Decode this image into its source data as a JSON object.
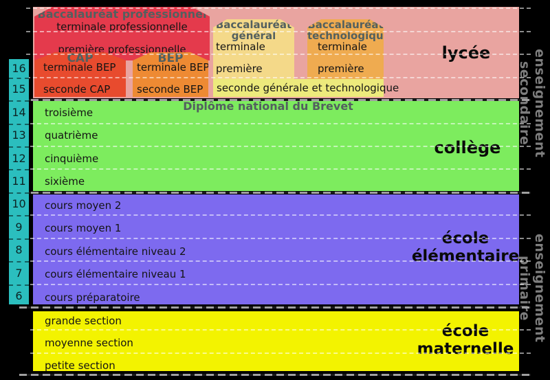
{
  "stages": {
    "lycee": {
      "label": "lycée"
    },
    "college": {
      "label": "collège",
      "diploma": "Diplôme national du Brevet",
      "rows": [
        "troisième",
        "quatrième",
        "cinquième",
        "sixième"
      ]
    },
    "elementaire": {
      "label_line1": "école",
      "label_line2": "élémentaire",
      "rows": [
        "cours moyen 2",
        "cours moyen 1",
        "cours élémentaire niveau 2",
        "cours élémentaire niveau 1",
        "cours préparatoire"
      ]
    },
    "maternelle": {
      "label_line1": "école",
      "label_line2": "maternelle",
      "rows": [
        "grande section",
        "moyenne section",
        "petite section"
      ]
    }
  },
  "lycee_tracks": {
    "bac_pro": {
      "title": "Baccalauréat professionnel",
      "rows": [
        "terminale professionnelle",
        "première professionnelle"
      ]
    },
    "cap": {
      "title": "CAP",
      "rows": [
        "terminale BEP",
        "seconde CAP"
      ]
    },
    "bep": {
      "title": "BEP",
      "rows": [
        "terminale BEP",
        "seconde BEP"
      ]
    },
    "bac_general": {
      "title_line1": "Baccalauréat",
      "title_line2": "général",
      "rows": [
        "terminale",
        "première"
      ]
    },
    "bac_technologique": {
      "title_line1": "Baccalauréat",
      "title_line2": "technologique",
      "rows": [
        "terminale",
        "première"
      ]
    },
    "seconde_band": "seconde générale et technologique"
  },
  "age_axis": {
    "numbers": [
      "16",
      "15",
      "14",
      "13",
      "12",
      "11",
      "10",
      "9",
      "8",
      "7",
      "6"
    ]
  },
  "side_labels": {
    "secondary": "enseignement secondaire",
    "primary": "enseignement primaire"
  },
  "colors": {
    "background": "#000000",
    "lycee_bg": "#e9a4a0",
    "bac_pro": "#e43a4c",
    "cap": "#e84b2e",
    "bep": "#ee8a33",
    "bac_general": "#f4d989",
    "bac_technologique": "#efab50",
    "seconde_band": "#edea7c",
    "college_bg": "#7dec5e",
    "elementaire_bg": "#7d6aef",
    "maternelle_bg": "#f3f300",
    "age_axis_bg": "#2bbebe",
    "track_title_text": "#53605f",
    "side_label_text": "#7e7e7e"
  }
}
